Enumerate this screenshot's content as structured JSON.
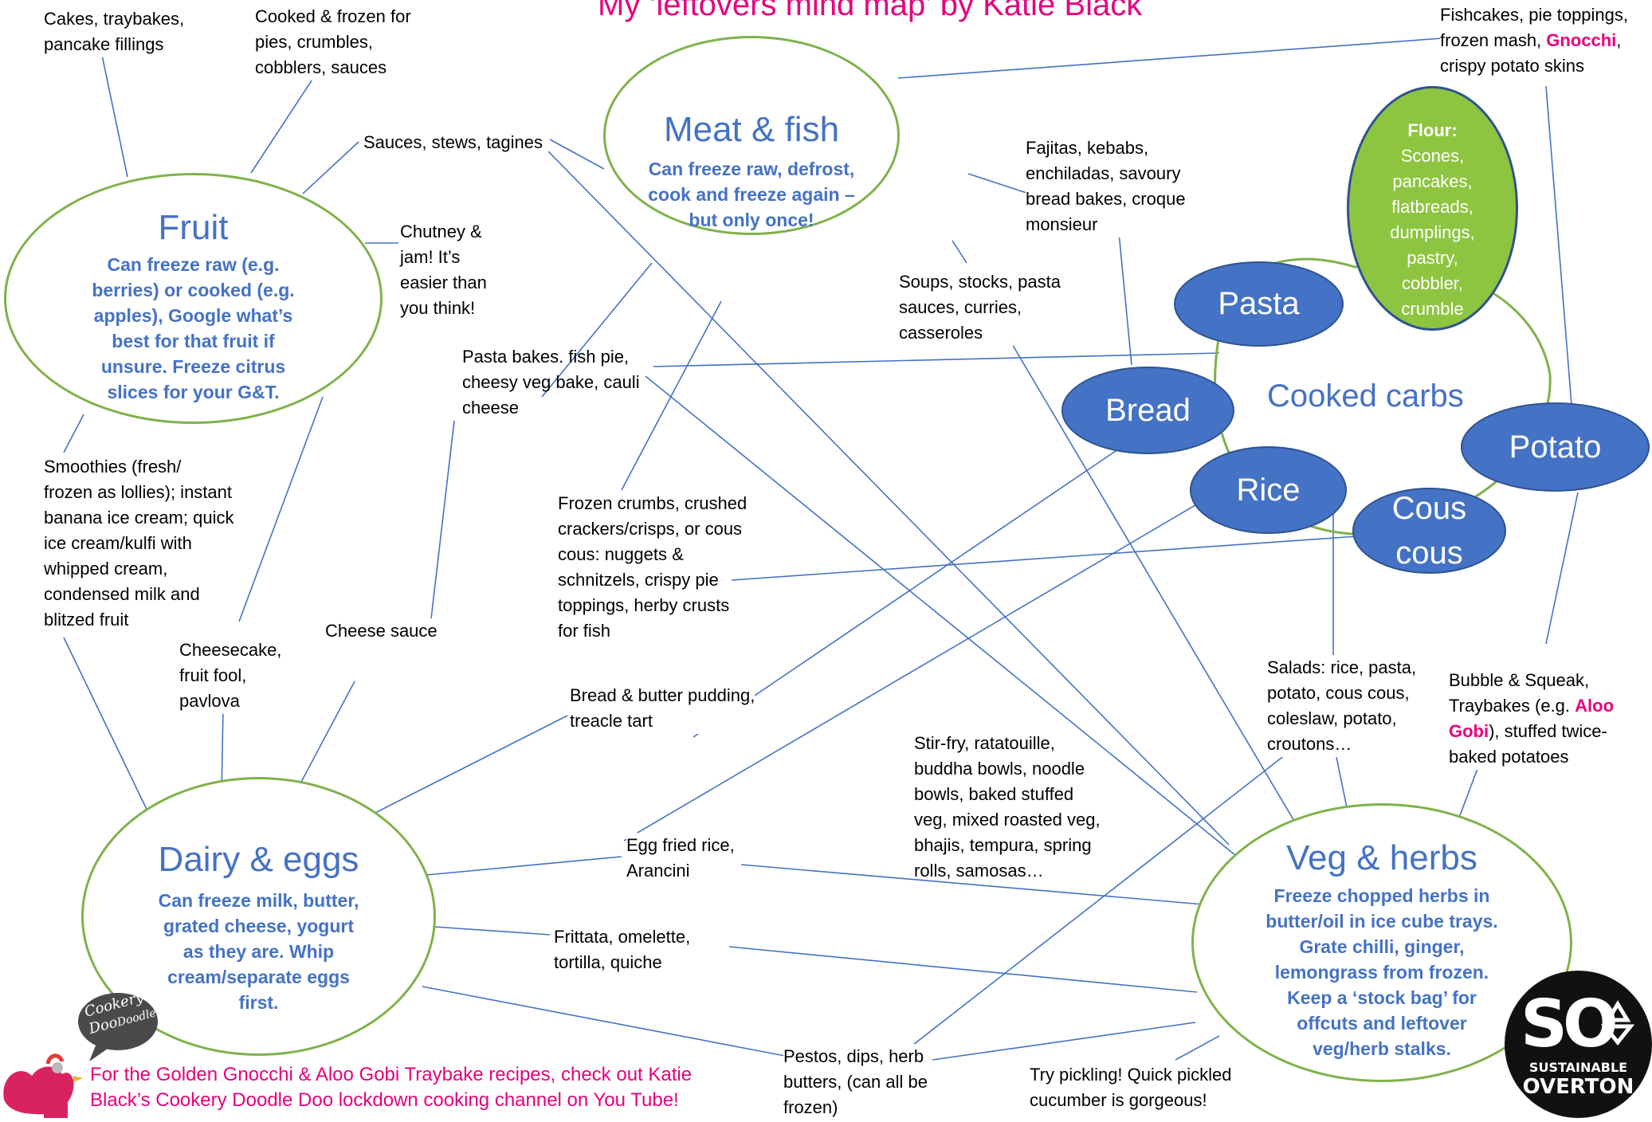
{
  "title": "My ‘leftovers mind map’ by Katie Black",
  "hub": "Cooked carbs",
  "carbs": {
    "pasta": "Pasta",
    "bread": "Bread",
    "rice": "Rice",
    "cous_1": "Cous",
    "cous_2": "cous",
    "potato": "Potato",
    "flour_label": "Flour:",
    "flour_items": [
      "Scones,",
      "pancakes,",
      "flatbreads,",
      "dumplings,",
      "pastry,",
      "cobbler,",
      "crumble"
    ]
  },
  "categories": {
    "meat": {
      "title": "Meat & fish",
      "desc": [
        "Can freeze raw, defrost,",
        "cook and freeze again –",
        "but only once!"
      ]
    },
    "fruit": {
      "title": "Fruit",
      "desc": [
        "Can freeze raw (e.g.",
        "berries) or cooked (e.g.",
        "apples), Google what’s",
        "best for that fruit if",
        "unsure. Freeze citrus",
        "slices for your G&T."
      ]
    },
    "dairy": {
      "title": "Dairy & eggs",
      "desc": [
        "Can freeze milk, butter,",
        "grated cheese, yogurt",
        "as they are. Whip",
        "cream/separate eggs",
        "first."
      ]
    },
    "veg": {
      "title": "Veg & herbs",
      "desc": [
        "Freeze chopped herbs in",
        "butter/oil in ice cube trays.",
        "Grate chilli, ginger,",
        "lemongrass from frozen.",
        "Keep a ‘stock bag’ for",
        "offcuts and leftover",
        "veg/herb stalks."
      ]
    }
  },
  "notes": {
    "cakes": [
      "Cakes, traybakes,",
      "pancake fillings"
    ],
    "cooked_frozen": [
      "Cooked & frozen for",
      "pies, crumbles,",
      "cobblers, sauces"
    ],
    "sauces": [
      "Sauces, stews, tagines"
    ],
    "chutney": [
      "Chutney &",
      "jam! It’s",
      "easier than",
      "you think!"
    ],
    "pasta_bakes": [
      "Pasta bakes. fish pie,",
      "cheesy veg bake, cauli",
      "cheese"
    ],
    "smoothies": [
      "Smoothies (fresh/",
      "frozen as lollies); instant",
      "banana ice cream; quick",
      "ice cream/kulfi with",
      "whipped cream,",
      "condensed milk and",
      "blitzed fruit"
    ],
    "cheesecake": [
      "Cheesecake,",
      "fruit fool,",
      "pavlova"
    ],
    "cheese_sauce": [
      "Cheese sauce"
    ],
    "frozen_crumbs": [
      "Frozen crumbs, crushed",
      "crackers/crisps, or cous",
      "cous: nuggets &",
      "schnitzels, crispy pie",
      "toppings, herby crusts",
      "for fish"
    ],
    "bread_butter": [
      "Bread & butter pudding,",
      "treacle tart"
    ],
    "egg_fried": [
      "Egg fried rice,",
      "Arancini"
    ],
    "frittata": [
      "Frittata, omelette,",
      "tortilla, quiche"
    ],
    "pestos": [
      "Pestos, dips, herb",
      "butters, (can all be",
      "frozen)"
    ],
    "pickling": [
      "Try pickling! Quick pickled",
      "cucumber is gorgeous!"
    ],
    "stirfry": [
      "Stir-fry, ratatouille,",
      "buddha bowls, noodle",
      "bowls, baked stuffed",
      "veg, mixed roasted veg,",
      "bhajis, tempura, spring",
      "rolls, samosas…"
    ],
    "salads": [
      "Salads: rice, pasta,",
      "potato, cous cous,",
      "coleslaw, potato,",
      "croutons…"
    ],
    "soups": [
      "Soups, stocks, pasta",
      "sauces, curries,",
      "casseroles"
    ],
    "fajitas": [
      "Fajitas, kebabs,",
      "enchiladas, savoury",
      "bread bakes, croque",
      "monsieur"
    ],
    "fishcakes": {
      "line1": "Fishcakes, pie toppings,",
      "line2a": "frozen mash, ",
      "line2b": "Gnocchi",
      "line2c": ",",
      "line3": "crispy potato skins"
    },
    "bubble": {
      "line1": "Bubble & Squeak,",
      "line2a": "Traybakes (e.g. ",
      "line2b": "Aloo",
      "line3a": "Gobi",
      "line3b": "), stuffed twice-",
      "line4": "baked potatoes"
    }
  },
  "footer": [
    "For the Golden Gnocchi & Aloo Gobi Traybake recipes, check out Katie",
    "Black’s Cookery Doodle Doo lockdown cooking channel on You Tube!"
  ],
  "logos": {
    "cookery_1": "Cookery",
    "cookery_2": "Doo",
    "cookery_3": "Doodle",
    "so_mark": "SO",
    "so_text_1": "SUSTAINABLE",
    "so_text_2": "OVERTON"
  },
  "colors": {
    "accent_blue": "#4472c4",
    "green": "#7fb24a",
    "pink": "#e6007e",
    "lime": "#8dc540"
  }
}
